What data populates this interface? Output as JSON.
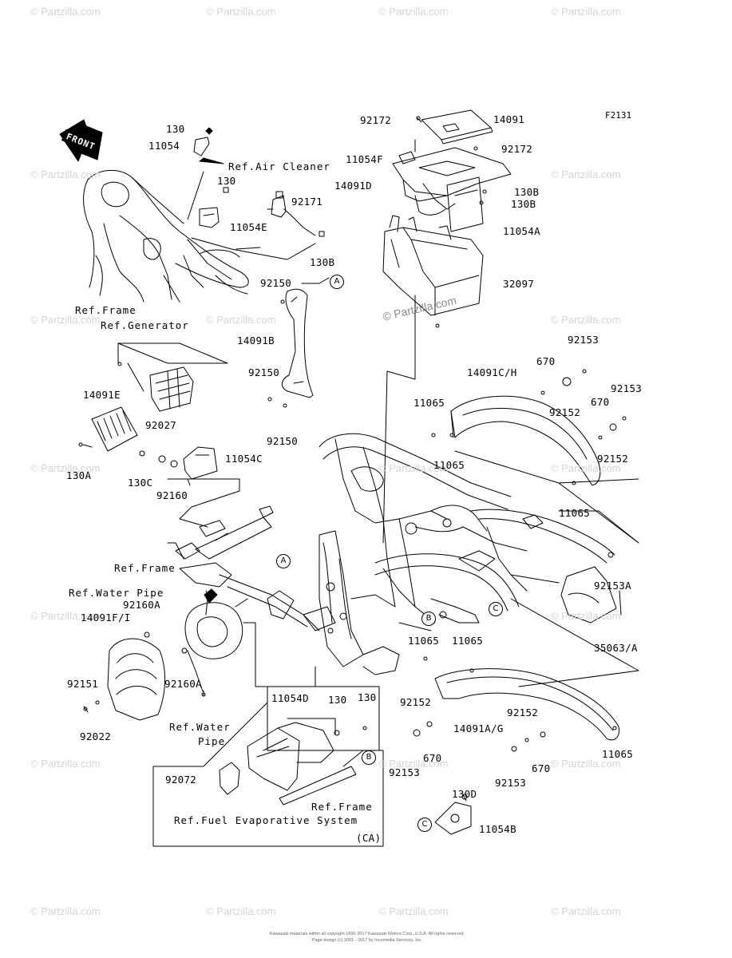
{
  "figure_code": "F2131",
  "front_badge": "FRONT",
  "callouts": [
    "A",
    "B",
    "C"
  ],
  "labels": {
    "l130_top": "130",
    "l11054": "11054",
    "ref_air_cleaner": "Ref.Air Cleaner",
    "l130_b": "130",
    "l92171": "92171",
    "l11054e": "11054E",
    "l130b_left": "130B",
    "ref_frame_top": "Ref.Frame",
    "ref_generator": "Ref.Generator",
    "l92150_a": "92150",
    "l14091b": "14091B",
    "l92150_b": "92150",
    "l92150_c": "92150",
    "l14091e": "14091E",
    "l92027": "92027",
    "l11054c": "11054C",
    "l130a": "130A",
    "l130c": "130C",
    "l92160": "92160",
    "l92172_a": "92172",
    "l14091": "14091",
    "l92172_b": "92172",
    "l11054f": "11054F",
    "l14091d": "14091D",
    "l130b_r1": "130B",
    "l130b_r2": "130B",
    "l11054a": "11054A",
    "l32097": "32097",
    "l92153_a": "92153",
    "l14091ch": "14091C/H",
    "l670_a": "670",
    "l92153_b": "92153",
    "l670_b": "670",
    "l11065_a": "11065",
    "l92152_a": "92152",
    "l11065_b": "11065",
    "l92152_b": "92152",
    "l11065_c": "11065",
    "ref_frame_mid": "Ref.Frame",
    "l92153a": "92153A",
    "ref_water_pipe_a": "Ref.Water Pipe",
    "l92160a_a": "92160A",
    "l14091fi": "14091F/I",
    "l35063a": "35063/A",
    "l11065_d": "11065",
    "l11065_e": "11065",
    "l92151": "92151",
    "l92160a_b": "92160A",
    "l92022": "92022",
    "ref_water_pipe_b": "Ref.Water",
    "ref_water_pipe_c": "Pipe",
    "l11054d": "11054D",
    "l130_c": "130",
    "l130_d": "130",
    "l92152_c": "92152",
    "l14091ag": "14091A/G",
    "l92152_d": "92152",
    "l92072": "92072",
    "l670_c": "670",
    "l670_d": "670",
    "l11065_f": "11065",
    "l92153_c": "92153",
    "l92153_d": "92153",
    "ref_frame_box": "Ref.Frame",
    "l130d": "130D",
    "ref_fuel_evap": "Ref.Fuel Evaporative System",
    "ca_tag": "(CA)",
    "l11054b": "11054B"
  },
  "watermark": "© Partzilla.com",
  "watermark_center": "© Partzilla.com",
  "footer_lines": [
    "Kawasaki materials within all copyright 1995-2017 Kawasaki Motors Corp.,U.S.A. All rights reserved.",
    "Page design (c) 2001 - 2017 by Incomedia Services, Inc."
  ]
}
